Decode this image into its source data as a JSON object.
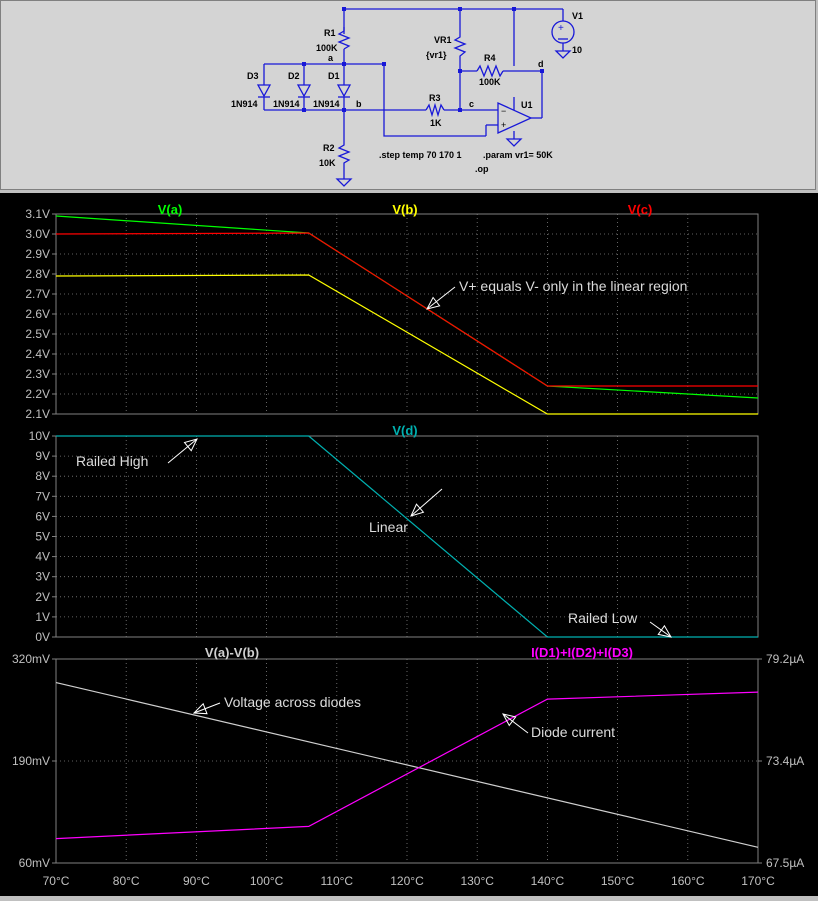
{
  "schematic": {
    "components": {
      "r1": {
        "name": "R1",
        "value": "100K"
      },
      "r2": {
        "name": "R2",
        "value": "10K"
      },
      "r3": {
        "name": "R3",
        "value": "1K"
      },
      "r4": {
        "name": "R4",
        "value": "100K"
      },
      "vr1": {
        "name": "VR1",
        "value": "{vr1}"
      },
      "v1": {
        "name": "V1",
        "value": "10"
      },
      "u1": {
        "name": "U1"
      },
      "d1": {
        "name": "D1",
        "model": "1N914"
      },
      "d2": {
        "name": "D2",
        "model": "1N914"
      },
      "d3": {
        "name": "D3",
        "model": "1N914"
      }
    },
    "nodes": {
      "a": "a",
      "b": "b",
      "c": "c",
      "d": "d"
    },
    "directives": {
      "step": ".step temp 70 170 1",
      "param": ".param vr1= 50K",
      "op": ".op"
    }
  },
  "chart_data": [
    {
      "type": "line",
      "pane": "top",
      "x_unit": "°C",
      "ylim": [
        2.1,
        3.1
      ],
      "ytick_labels": [
        "3.1V",
        "3.0V",
        "2.9V",
        "2.8V",
        "2.7V",
        "2.6V",
        "2.5V",
        "2.4V",
        "2.3V",
        "2.2V",
        "2.1V"
      ],
      "series": [
        {
          "name": "V(a)",
          "color": "#00ff00",
          "x": [
            70,
            106,
            140,
            170
          ],
          "y": [
            3.09,
            3.005,
            2.24,
            2.18
          ]
        },
        {
          "name": "V(b)",
          "color": "#ffff00",
          "x": [
            70,
            106,
            140,
            170
          ],
          "y": [
            2.79,
            2.795,
            2.1,
            2.1
          ]
        },
        {
          "name": "V(c)",
          "color": "#ff0000",
          "x": [
            70,
            106,
            140,
            170
          ],
          "y": [
            3.0,
            3.005,
            2.24,
            2.24
          ]
        }
      ],
      "annotations": [
        {
          "text": "V+ equals V- only in the linear region",
          "x": 123,
          "y": 2.62
        }
      ]
    },
    {
      "type": "line",
      "pane": "middle",
      "x_unit": "°C",
      "ylim": [
        0,
        10
      ],
      "ytick_labels": [
        "10V",
        "9V",
        "8V",
        "7V",
        "6V",
        "5V",
        "4V",
        "3V",
        "2V",
        "1V",
        "0V"
      ],
      "series": [
        {
          "name": "V(d)",
          "color": "#00b0b0",
          "x": [
            70,
            106,
            140,
            170
          ],
          "y": [
            10,
            10,
            0,
            0
          ]
        }
      ],
      "annotations": [
        {
          "text": "Railed High",
          "x": 90,
          "y": 10
        },
        {
          "text": "Linear",
          "x": 120,
          "y": 6
        },
        {
          "text": "Railed Low",
          "x": 157,
          "y": 0
        }
      ]
    },
    {
      "type": "line",
      "pane": "bottom",
      "x": [
        70,
        80,
        90,
        100,
        110,
        120,
        130,
        140,
        150,
        160,
        170
      ],
      "xtick_labels": [
        "70°C",
        "80°C",
        "90°C",
        "100°C",
        "110°C",
        "120°C",
        "130°C",
        "140°C",
        "150°C",
        "160°C",
        "170°C"
      ],
      "ylim": [
        60,
        320
      ],
      "ytick_labels": [
        "320mV",
        "190mV",
        "60mV"
      ],
      "y2lim": [
        67.5,
        79.2
      ],
      "y2tick_labels": [
        "79.2µA",
        "73.4µA",
        "67.5µA"
      ],
      "series": [
        {
          "name": "V(a)-V(b)",
          "color": "#d0d0d0",
          "axis": "left",
          "unit": "mV",
          "x": [
            70,
            170
          ],
          "y": [
            290,
            80
          ]
        },
        {
          "name": "I(D1)+I(D2)+I(D3)",
          "color": "#ff00ff",
          "axis": "right",
          "unit": "µA",
          "x": [
            70,
            106,
            140,
            170
          ],
          "y": [
            68.9,
            69.6,
            76.9,
            77.3
          ]
        }
      ],
      "annotations": [
        {
          "text": "Voltage across diodes",
          "x": 90,
          "y": 235
        },
        {
          "text": "Diode current",
          "x": 134,
          "y": 74.8
        }
      ]
    }
  ]
}
